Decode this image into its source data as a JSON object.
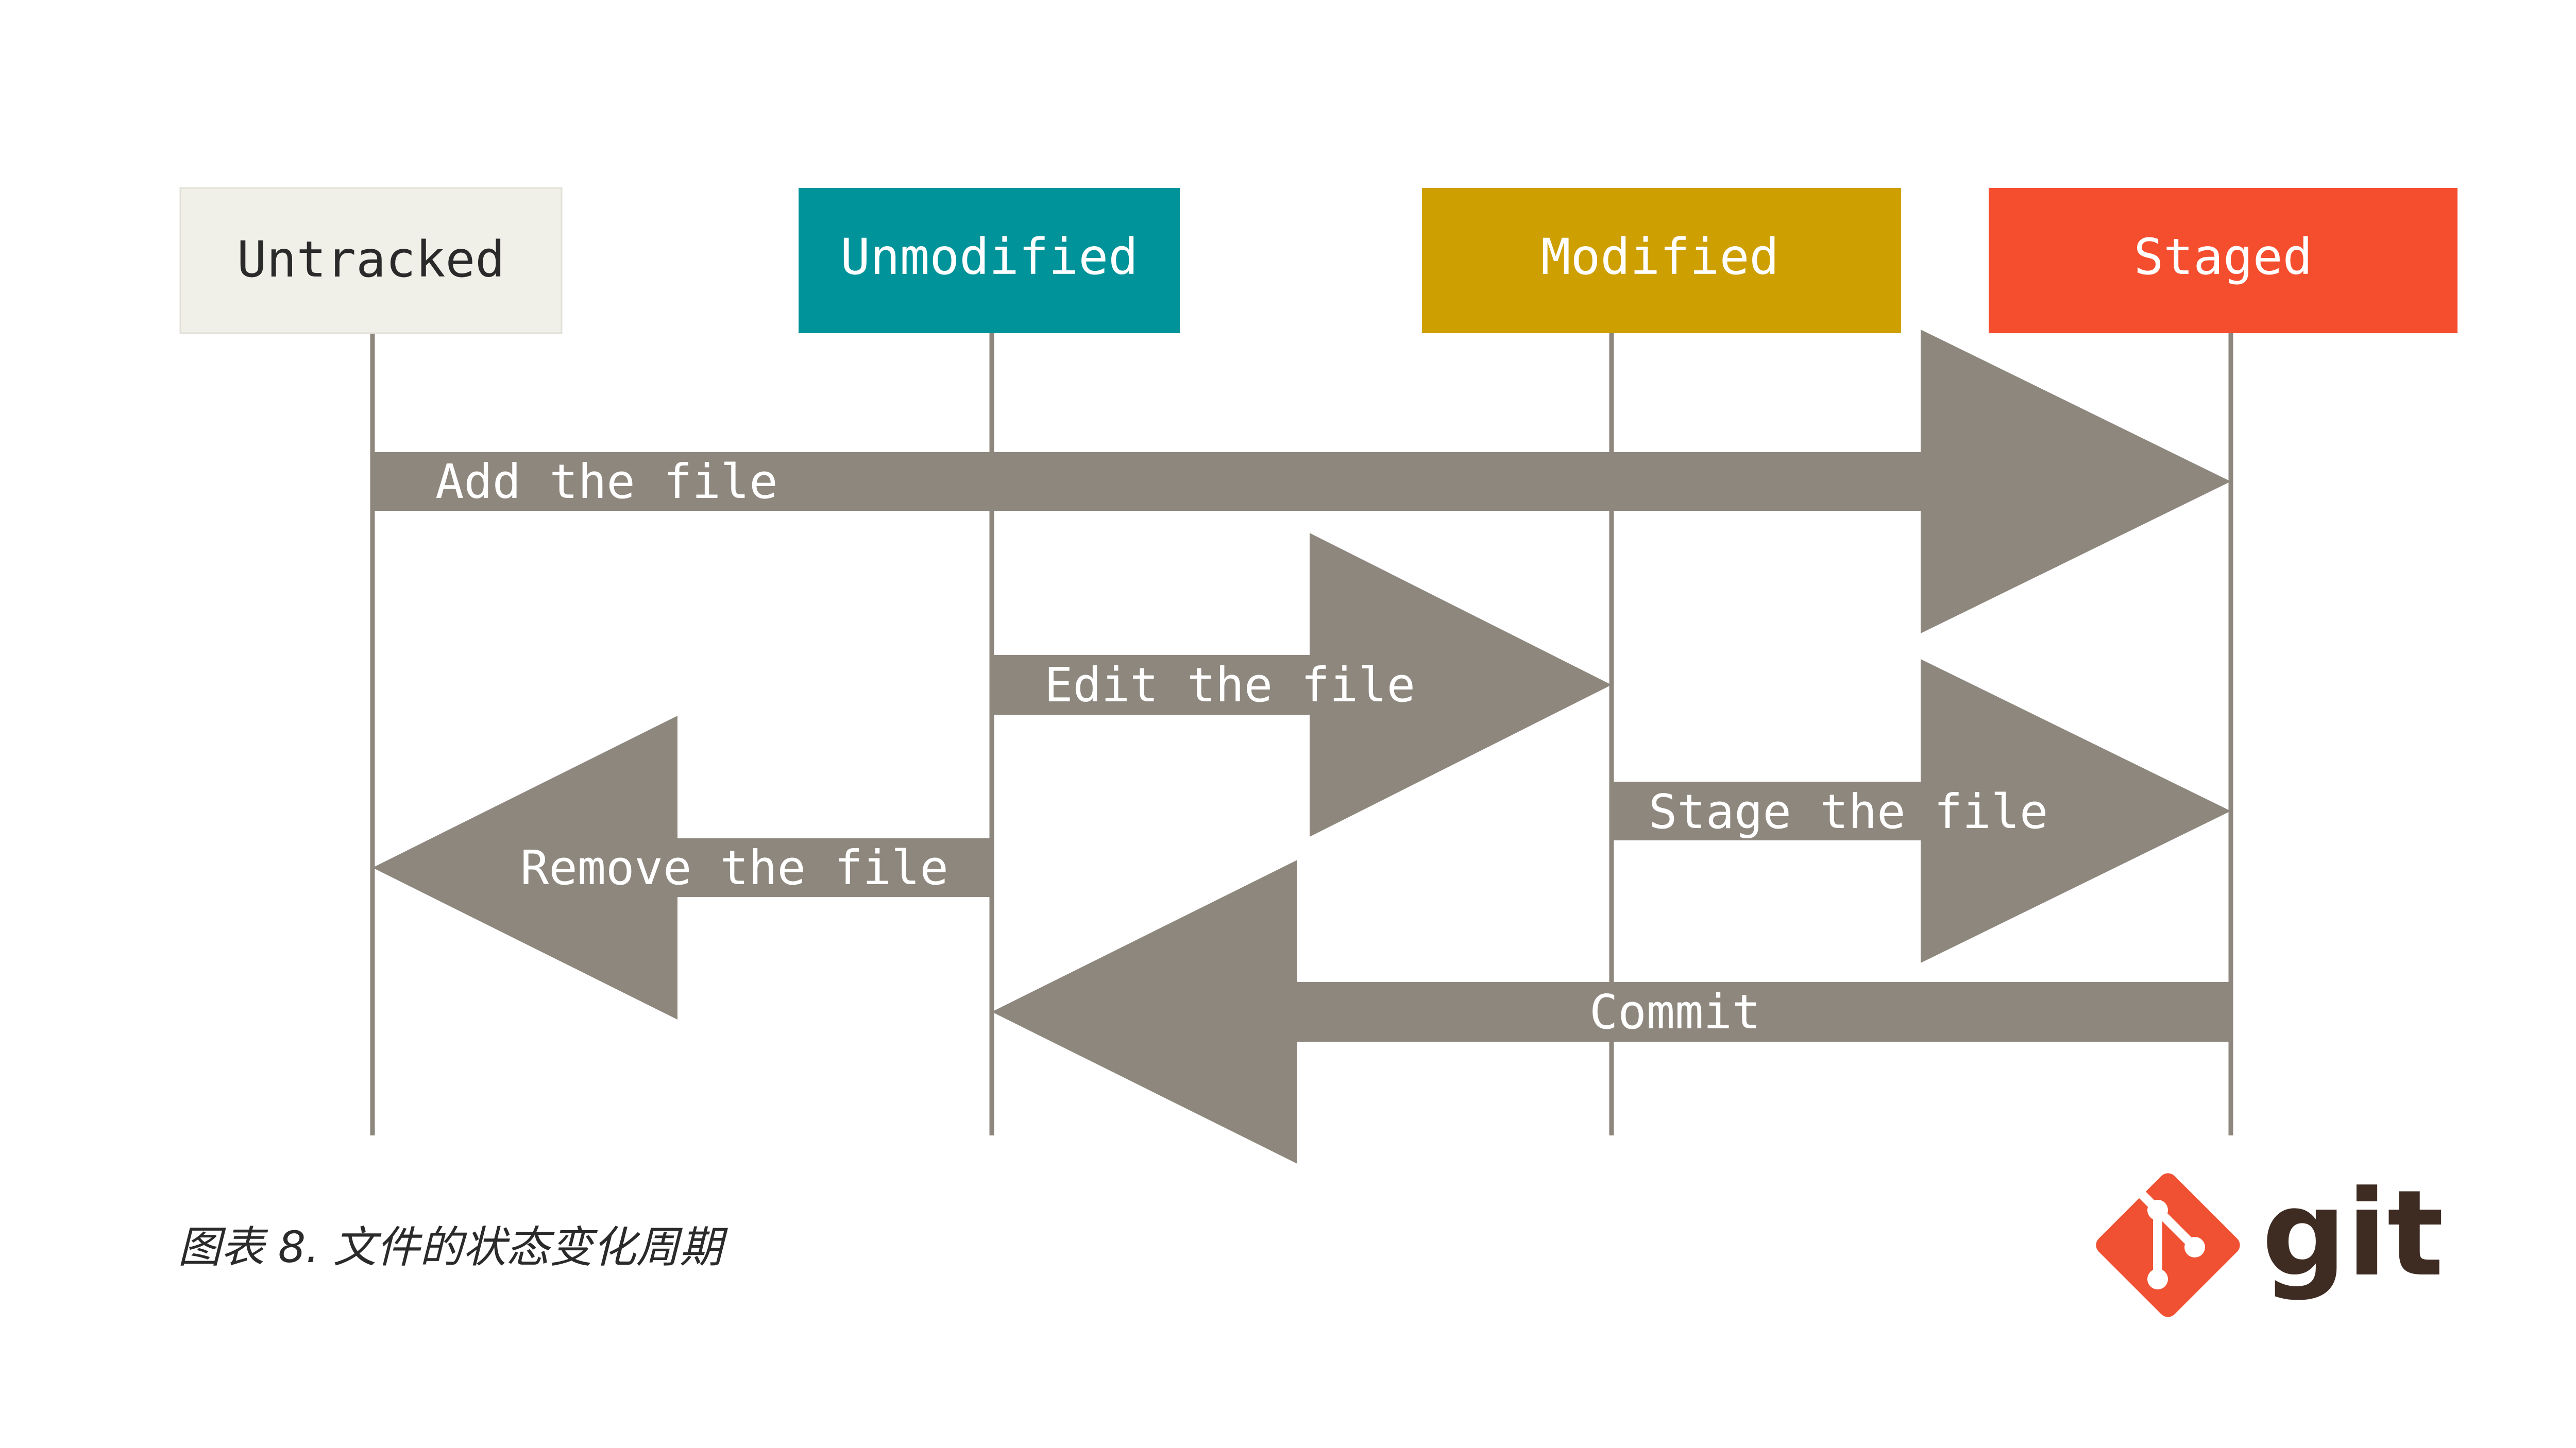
{
  "states": [
    {
      "id": "untracked",
      "label": "Untracked",
      "bg": "#f0efe8",
      "fg": "#2a2a2a"
    },
    {
      "id": "unmodified",
      "label": "Unmodified",
      "bg": "#009399",
      "fg": "#ffffff"
    },
    {
      "id": "modified",
      "label": "Modified",
      "bg": "#ce9f00",
      "fg": "#ffffff"
    },
    {
      "id": "staged",
      "label": "Staged",
      "bg": "#f54e2f",
      "fg": "#ffffff"
    }
  ],
  "transitions": [
    {
      "id": "add",
      "label": "Add the file",
      "from": "untracked",
      "to": "staged"
    },
    {
      "id": "edit",
      "label": "Edit the file",
      "from": "unmodified",
      "to": "modified"
    },
    {
      "id": "remove",
      "label": "Remove the file",
      "from": "unmodified",
      "to": "untracked"
    },
    {
      "id": "stage",
      "label": "Stage the file",
      "from": "modified",
      "to": "staged"
    },
    {
      "id": "commit",
      "label": "Commit",
      "from": "staged",
      "to": "unmodified"
    }
  ],
  "colors": {
    "arrow": "#8e877e",
    "lifeline": "#8e877e",
    "logo": "#f05133",
    "logo_text": "#3e2c23"
  },
  "caption": "图表 8. 文件的状态变化周期",
  "logo": {
    "text": "git",
    "icon": "git-logo-icon"
  }
}
